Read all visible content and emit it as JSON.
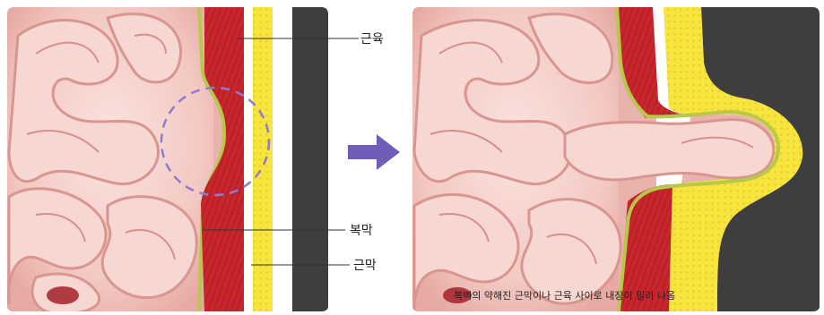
{
  "labels": {
    "muscle": "근육",
    "peritoneum": "복막",
    "fascia": "근막"
  },
  "caption": "복벽의 약해진 근막이나 근육 사이로 내장이 밀려 나옴",
  "colors": {
    "intestine_fill": "#f6d3cf",
    "intestine_stroke": "#e3a7a2",
    "intestine_shadow": "#d88f8c",
    "muscle": "#c8262c",
    "muscle_stripe": "#a31b22",
    "fat": "#f7e23c",
    "peritoneum": "#b9c94a",
    "skin": "#3f3f3f",
    "gap_shadow": "#b23a3a",
    "dashed_circle": "#8f7ad0",
    "arrow": "#6f5db8"
  },
  "icons": {
    "arrow": "right-arrow-icon"
  }
}
